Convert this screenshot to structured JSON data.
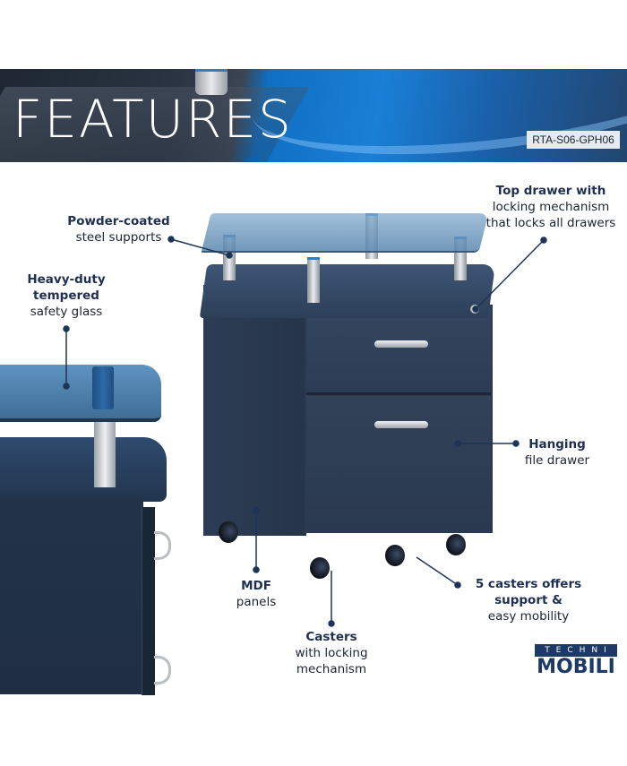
{
  "banner": {
    "title": "FEATURES",
    "sku": "RTA-S06-GPH06"
  },
  "callouts": [
    {
      "id": "powder-coated",
      "bold": "Powder-coated",
      "regular": [
        "steel supports"
      ]
    },
    {
      "id": "top-drawer",
      "bold": "Top drawer with",
      "regular": [
        "locking mechanism",
        "that locks all drawers"
      ]
    },
    {
      "id": "tempered-glass",
      "bold_lines": [
        "Heavy-duty",
        "tempered"
      ],
      "regular": [
        "safety glass"
      ]
    },
    {
      "id": "hanging-drawer",
      "bold": "Hanging",
      "regular": [
        "file drawer"
      ]
    },
    {
      "id": "mdf",
      "bold": "MDF",
      "regular": [
        "panels"
      ]
    },
    {
      "id": "casters",
      "bold": "Casters",
      "regular": [
        "with locking",
        "mechanism"
      ]
    },
    {
      "id": "five-casters",
      "bold_lines": [
        "5 casters offers",
        "support &"
      ],
      "regular": [
        "easy mobility"
      ]
    }
  ],
  "logo": {
    "top": "TECHNI",
    "bottom": "MOBILI"
  },
  "colors": {
    "label_bold": "#1f2f52",
    "callout_line": "#1d3458",
    "cabinet": "#2b3a52",
    "banner_blue": "#1a7fd6",
    "logo_navy": "#1d3a66"
  }
}
